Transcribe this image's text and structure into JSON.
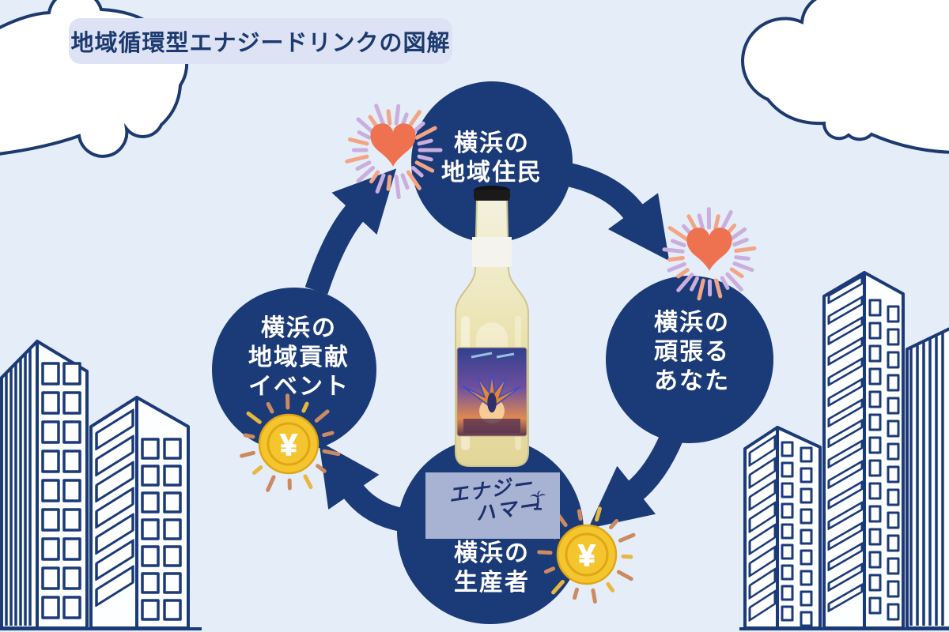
{
  "title": "地域循環型エナジードリンクの図解",
  "cycle": {
    "top": {
      "line1": "横浜の",
      "line2": "地域住民"
    },
    "right": {
      "line1": "横浜の",
      "line2": "頑張る",
      "line3": "あなた"
    },
    "bottom": {
      "line1": "横浜の",
      "line2": "生産者"
    },
    "left": {
      "line1": "横浜の",
      "line2": "地域貢献",
      "line3": "イベント"
    }
  },
  "product": {
    "brand_line1": "エナジー",
    "brand_line2": "ハマー"
  },
  "icons": {
    "yen_symbol": "¥",
    "heart": "heart-icon",
    "coin": "yen-coin-icon",
    "palm": "palm-tree-icon"
  },
  "colors": {
    "background": "#e5edf8",
    "navy": "#1b3a78",
    "heart_orange": "#ee7150",
    "ray_lavender": "#c9aede",
    "ray_orange": "#f2a584",
    "coin_gold": "#f5c52f",
    "coin_ray_tan": "#cc8a61",
    "logo_bg": "#a8b2d2",
    "title_pill_bg": "#dde3f4"
  }
}
